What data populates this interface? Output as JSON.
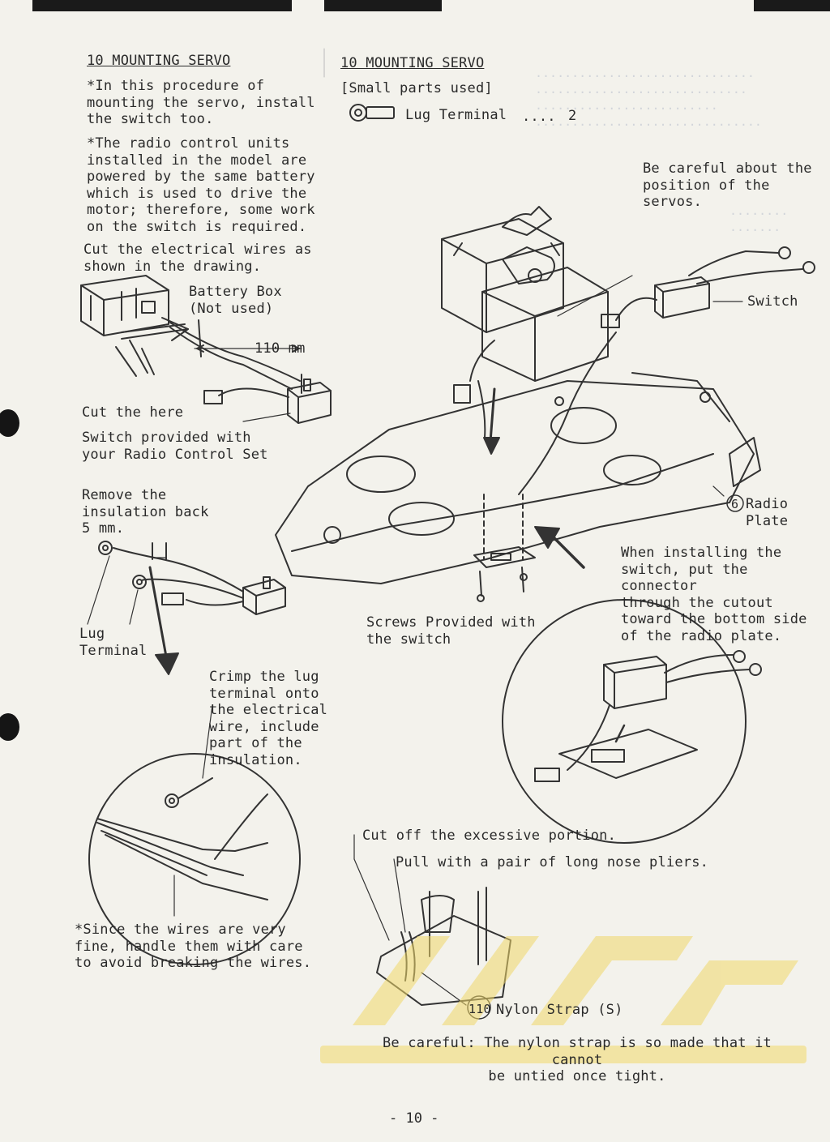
{
  "left": {
    "title": "10 MOUNTING SERVO",
    "note_switch": "*In this procedure of\nmounting the servo, install\nthe switch too.",
    "note_battery": "*The radio control units\ninstalled in the model are\npowered by the same battery\nwhich is used to drive the\nmotor; therefore, some work\non the switch is required.",
    "cut_wires": "Cut the electrical wires as\nshown in the drawing.",
    "battery_box": "Battery Box\n(Not used)",
    "length": "110 mm",
    "cut_here": "Cut the here",
    "switch_provided": "Switch provided with\nyour Radio Control Set",
    "remove_insulation": "Remove the\ninsulation back\n5 mm.",
    "lug_terminal": "Lug\nTerminal",
    "crimp": "Crimp the lug\nterminal onto\nthe electrical\nwire, include\npart of the\ninsulation.",
    "fine_wires": "*Since the wires are very\nfine, handle them with care\nto avoid breaking the wires."
  },
  "right": {
    "title": "10 MOUNTING SERVO",
    "small_parts": "[Small parts used]",
    "part_name": "Lug Terminal",
    "part_dots": "....",
    "part_qty": "2",
    "careful_servos": "Be careful about the\nposition of the servos.",
    "switch": "Switch",
    "radio_plate_num": "6",
    "radio_plate": "Radio\nPlate",
    "install_switch": "When installing the\nswitch, put the connector\nthrough the cutout\ntoward the bottom side\nof the radio plate.",
    "screws": "Screws Provided with\nthe switch",
    "cut_off": "Cut off the excessive portion.",
    "pull": "Pull with a pair of long nose pliers.",
    "nylon_num": "110",
    "nylon": "Nylon Strap (S)",
    "careful_strap": "Be careful: The nylon strap is so made that it cannot\nbe untied once tight."
  },
  "page_number": "- 10 -"
}
